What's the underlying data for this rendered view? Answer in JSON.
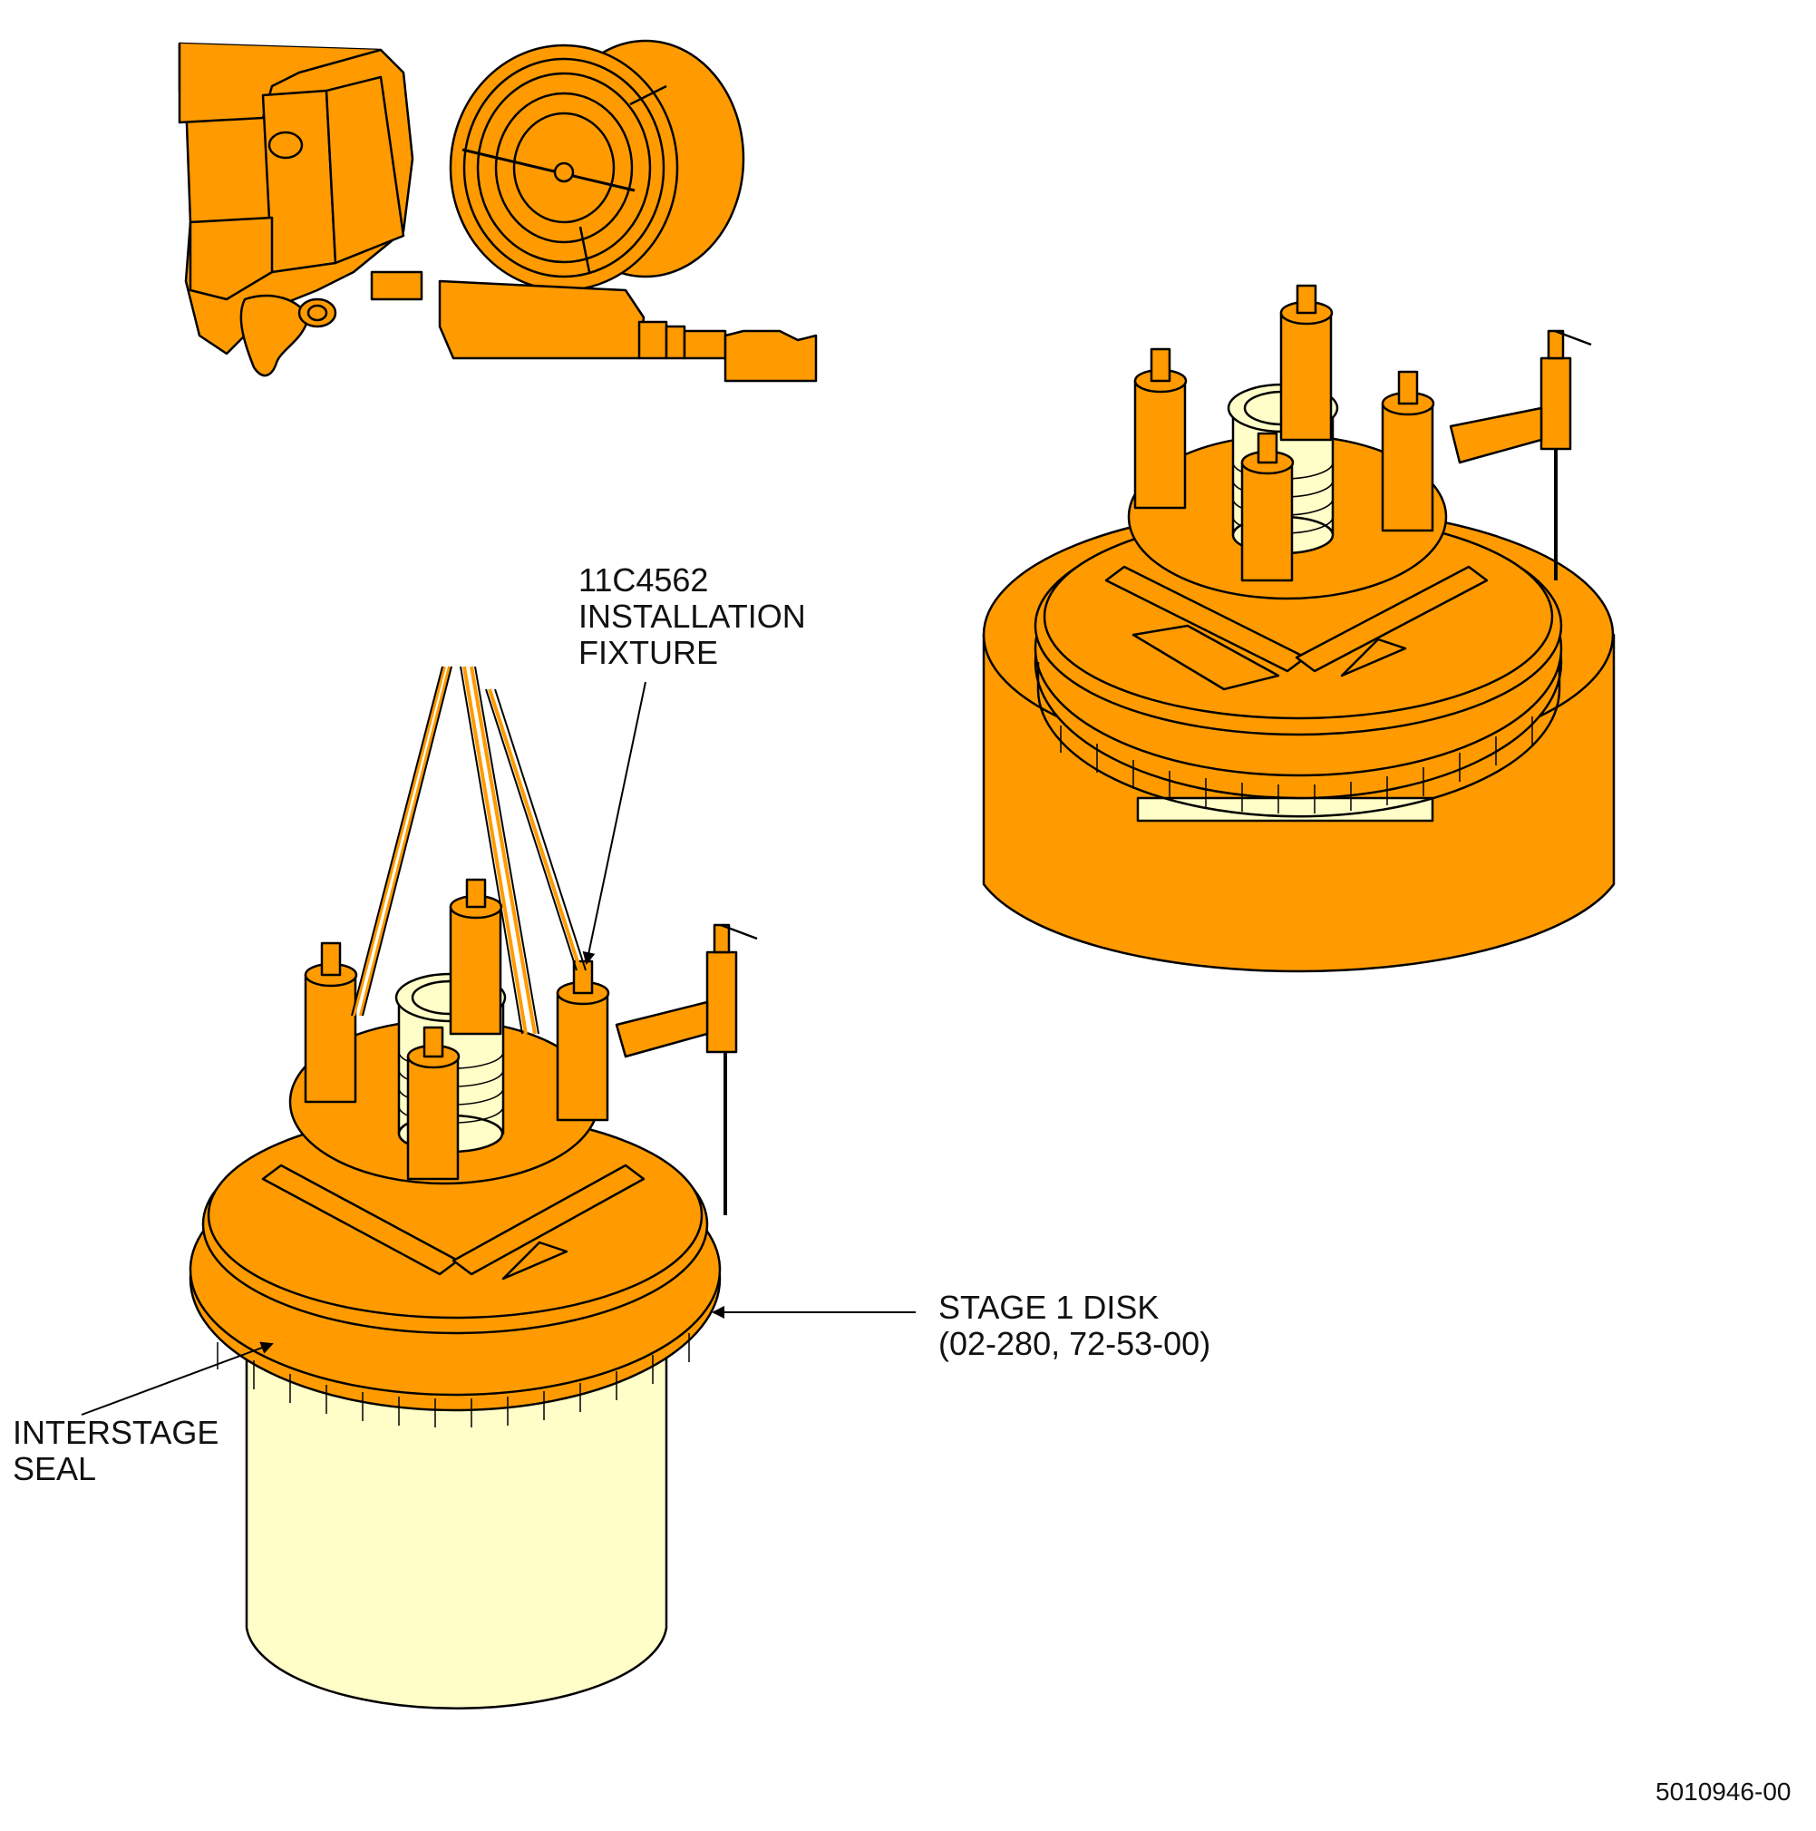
{
  "colors": {
    "fixture": "#FF9B00",
    "disk_body": "#FFFDC8",
    "outline": "#000000",
    "background": "#FFFFFF"
  },
  "callouts": {
    "fixture": {
      "line1": "11C4562",
      "line2": "INSTALLATION",
      "line3": "FIXTURE"
    },
    "stage1_disk": {
      "line1": "STAGE 1 DISK",
      "line2": "(02-280, 72-53-00)"
    },
    "interstage_seal": {
      "line1": "INTERSTAGE",
      "line2": "SEAL"
    }
  },
  "figure_number": "5010946-00",
  "icons": [
    "pressure-gauge-icon",
    "hydraulic-pump-icon",
    "installation-fixture-icon",
    "stage-1-disk-icon"
  ]
}
